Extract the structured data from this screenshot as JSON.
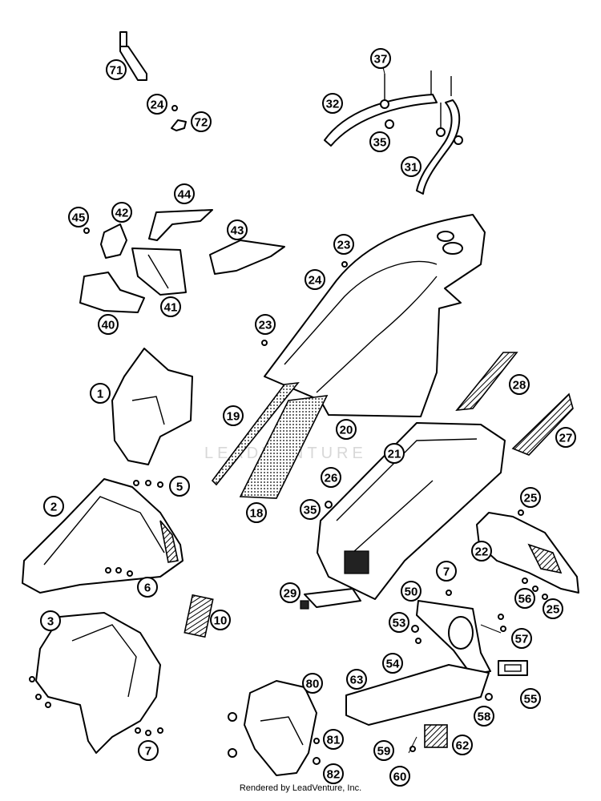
{
  "watermark": "LEADVENTURE",
  "footer": "Rendered by LeadVenture, Inc.",
  "callouts": [
    {
      "id": "c71",
      "label": "71"
    },
    {
      "id": "c24a",
      "label": "24"
    },
    {
      "id": "c72",
      "label": "72"
    },
    {
      "id": "c37",
      "label": "37"
    },
    {
      "id": "c32",
      "label": "32"
    },
    {
      "id": "c35a",
      "label": "35"
    },
    {
      "id": "c31",
      "label": "31"
    },
    {
      "id": "c44",
      "label": "44"
    },
    {
      "id": "c45",
      "label": "45"
    },
    {
      "id": "c42",
      "label": "42"
    },
    {
      "id": "c43",
      "label": "43"
    },
    {
      "id": "c41",
      "label": "41"
    },
    {
      "id": "c40",
      "label": "40"
    },
    {
      "id": "c23a",
      "label": "23"
    },
    {
      "id": "c24b",
      "label": "24"
    },
    {
      "id": "c23b",
      "label": "23"
    },
    {
      "id": "c1",
      "label": "1"
    },
    {
      "id": "c28",
      "label": "28"
    },
    {
      "id": "c19",
      "label": "19"
    },
    {
      "id": "c20",
      "label": "20"
    },
    {
      "id": "c21",
      "label": "21"
    },
    {
      "id": "c27",
      "label": "27"
    },
    {
      "id": "c5",
      "label": "5"
    },
    {
      "id": "c2",
      "label": "2"
    },
    {
      "id": "c26",
      "label": "26"
    },
    {
      "id": "c18",
      "label": "18"
    },
    {
      "id": "c35b",
      "label": "35"
    },
    {
      "id": "c25a",
      "label": "25"
    },
    {
      "id": "c22",
      "label": "22"
    },
    {
      "id": "c6",
      "label": "6"
    },
    {
      "id": "c29",
      "label": "29"
    },
    {
      "id": "c7a",
      "label": "7"
    },
    {
      "id": "c50",
      "label": "50"
    },
    {
      "id": "c56",
      "label": "56"
    },
    {
      "id": "c25b",
      "label": "25"
    },
    {
      "id": "c10",
      "label": "10"
    },
    {
      "id": "c3",
      "label": "3"
    },
    {
      "id": "c53",
      "label": "53"
    },
    {
      "id": "c57",
      "label": "57"
    },
    {
      "id": "c54",
      "label": "54"
    },
    {
      "id": "c63",
      "label": "63"
    },
    {
      "id": "c80",
      "label": "80"
    },
    {
      "id": "c55",
      "label": "55"
    },
    {
      "id": "c58",
      "label": "58"
    },
    {
      "id": "c81",
      "label": "81"
    },
    {
      "id": "c7b",
      "label": "7"
    },
    {
      "id": "c59",
      "label": "59"
    },
    {
      "id": "c62",
      "label": "62"
    },
    {
      "id": "c82",
      "label": "82"
    },
    {
      "id": "c60",
      "label": "60"
    }
  ]
}
